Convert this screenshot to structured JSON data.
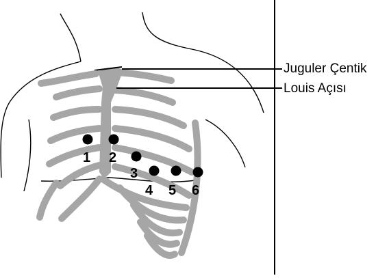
{
  "labels": {
    "jugular_notch": "Juguler Çentik",
    "angle_of_louis": "Louis Açısı"
  },
  "electrodes": [
    "1",
    "2",
    "3",
    "4",
    "5",
    "6"
  ],
  "colors": {
    "bone": "#a6a6a6",
    "outline": "#000000",
    "background": "#ffffff"
  }
}
